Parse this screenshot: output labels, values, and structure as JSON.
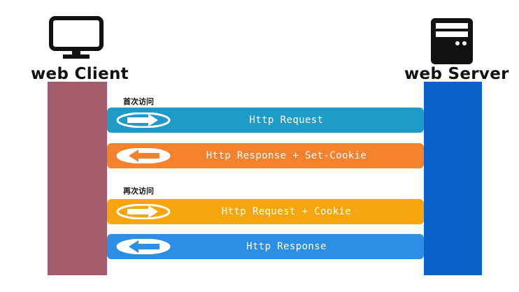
{
  "client": {
    "label": "web Client",
    "icon": "monitor-icon",
    "color": "#a35a6a"
  },
  "server": {
    "label": "web Server",
    "icon": "server-tower-icon",
    "color": "#0a62c8"
  },
  "phases": [
    {
      "label": "首次访问"
    },
    {
      "label": "再次访问"
    }
  ],
  "messages": [
    {
      "text": "Http Request",
      "direction": "right",
      "color": "#1e9bc7"
    },
    {
      "text": "Http Response + Set-Cookie",
      "direction": "left",
      "color": "#f3812e"
    },
    {
      "text": "Http Request + Cookie",
      "direction": "right",
      "color": "#f7a50c"
    },
    {
      "text": "Http Response",
      "direction": "left",
      "color": "#2d8ee6"
    }
  ]
}
